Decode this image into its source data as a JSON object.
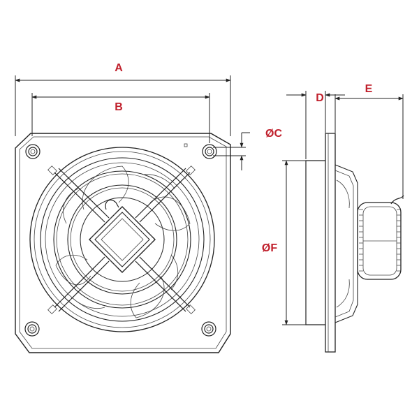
{
  "labels": {
    "a": "A",
    "b": "B",
    "c": "ØC",
    "d": "D",
    "e": "E",
    "f": "ØF"
  },
  "colors": {
    "label": "#c0202c",
    "line": "#222222"
  }
}
